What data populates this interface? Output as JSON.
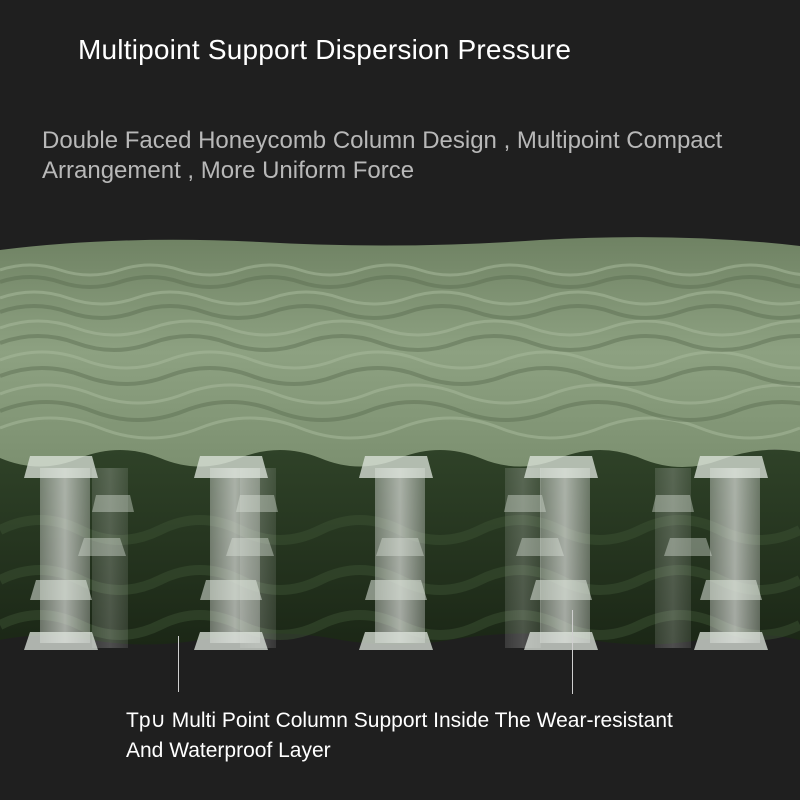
{
  "title": "Multipoint Support Dispersion Pressure",
  "subtitle": "Double Faced Honeycomb Column Design , Multipoint Compact Arrangement , More Uniform Force",
  "caption": "Tp∪  Multi Point Column Support Inside The Wear-resistant And Waterproof Layer",
  "colors": {
    "background": "#1f1f1f",
    "mat_top": "#8a9d7c",
    "mat_body": "#25331f",
    "column": "#e8eee8"
  }
}
